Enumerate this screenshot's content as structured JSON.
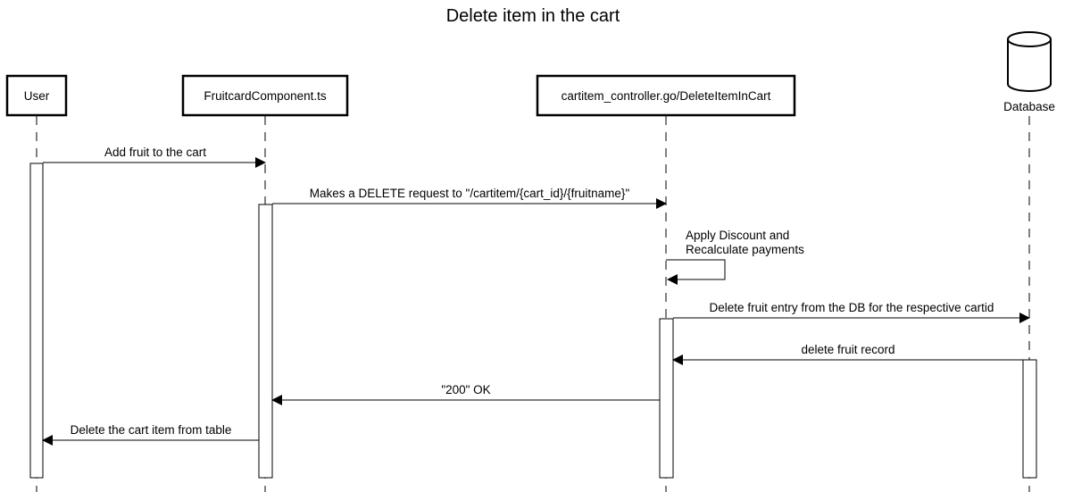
{
  "title": "Delete item in the cart",
  "participants": [
    {
      "id": "user",
      "label": "User"
    },
    {
      "id": "fruitcard",
      "label": "FruitcardComponent.ts"
    },
    {
      "id": "controller",
      "label": "cartitem_controller.go/DeleteItemInCart"
    },
    {
      "id": "database",
      "label": "Database",
      "icon": "database-cylinder-icon"
    }
  ],
  "messages": [
    {
      "from": "user",
      "to": "fruitcard",
      "label": "Add fruit to the cart"
    },
    {
      "from": "fruitcard",
      "to": "controller",
      "label": "Makes a DELETE request to \"/cartitem/{cart_id}/{fruitname}\""
    },
    {
      "from": "controller",
      "to": "controller",
      "self": true,
      "label_lines": [
        "Apply Discount and",
        "Recalculate payments"
      ]
    },
    {
      "from": "controller",
      "to": "database",
      "label": "Delete fruit entry from the DB for the respective cartid"
    },
    {
      "from": "database",
      "to": "controller",
      "label": "delete fruit record"
    },
    {
      "from": "controller",
      "to": "fruitcard",
      "label": "\"200\" OK"
    },
    {
      "from": "fruitcard",
      "to": "user",
      "label": "Delete the cart item from table"
    }
  ]
}
